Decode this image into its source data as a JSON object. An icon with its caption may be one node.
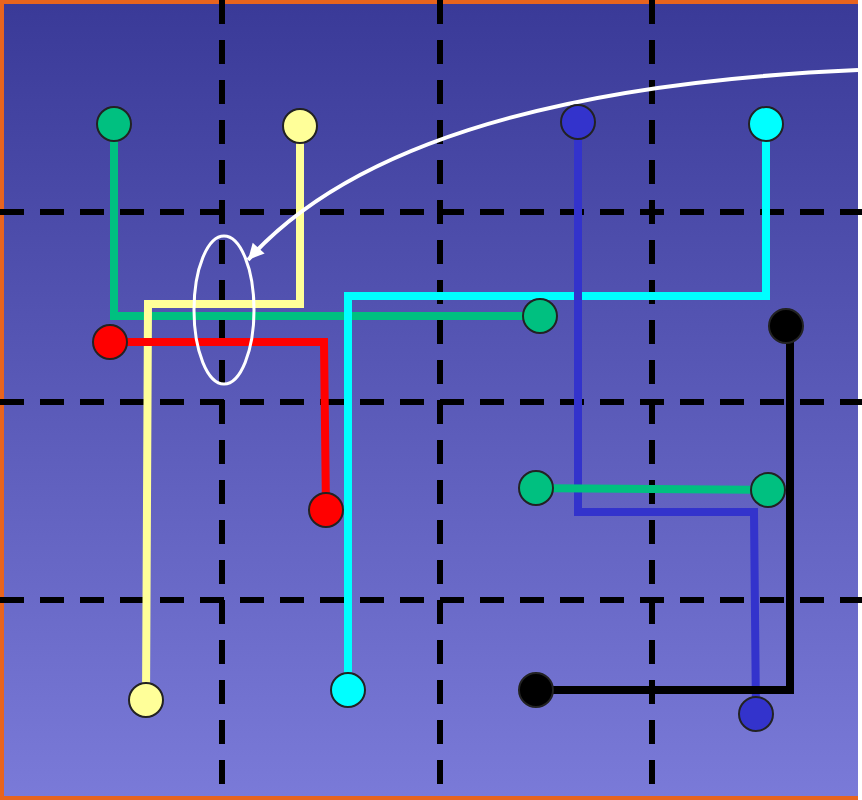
{
  "diagram": {
    "nodes": [
      {
        "text": [],
        "shape": "circle"
      },
      {
        "text": [],
        "shape": "circle"
      },
      {
        "text": [],
        "shape": "circle"
      },
      {
        "text": [],
        "shape": "circle"
      },
      {
        "text": [],
        "shape": "circle"
      },
      {
        "text": [],
        "shape": "circle"
      },
      {
        "text": [],
        "shape": "circle"
      },
      {
        "text": [],
        "shape": "circle"
      },
      {
        "text": [],
        "shape": "circle"
      },
      {
        "text": [],
        "shape": "circle"
      },
      {
        "text": [],
        "shape": "circle"
      },
      {
        "text": [],
        "shape": "circle"
      },
      {
        "text": [],
        "shape": "circle"
      },
      {
        "text": [],
        "shape": "circle"
      }
    ],
    "edges": [
      {
        "from": 0,
        "to": 4,
        "arrow": "none",
        "color": "#00c080"
      },
      {
        "from": 1,
        "to": 10,
        "arrow": "none",
        "color": "#ffff99"
      },
      {
        "from": 6,
        "to": 9,
        "arrow": "none",
        "color": "#ff0000"
      },
      {
        "from": 3,
        "to": 11,
        "arrow": "none",
        "color": "#00ffff"
      },
      {
        "from": 2,
        "to": 13,
        "arrow": "none",
        "color": "#3333cc"
      },
      {
        "from": 7,
        "to": 8,
        "arrow": "none",
        "color": "#00c080"
      },
      {
        "from": 5,
        "to": 12,
        "arrow": "none",
        "color": "#000000"
      }
    ]
  }
}
